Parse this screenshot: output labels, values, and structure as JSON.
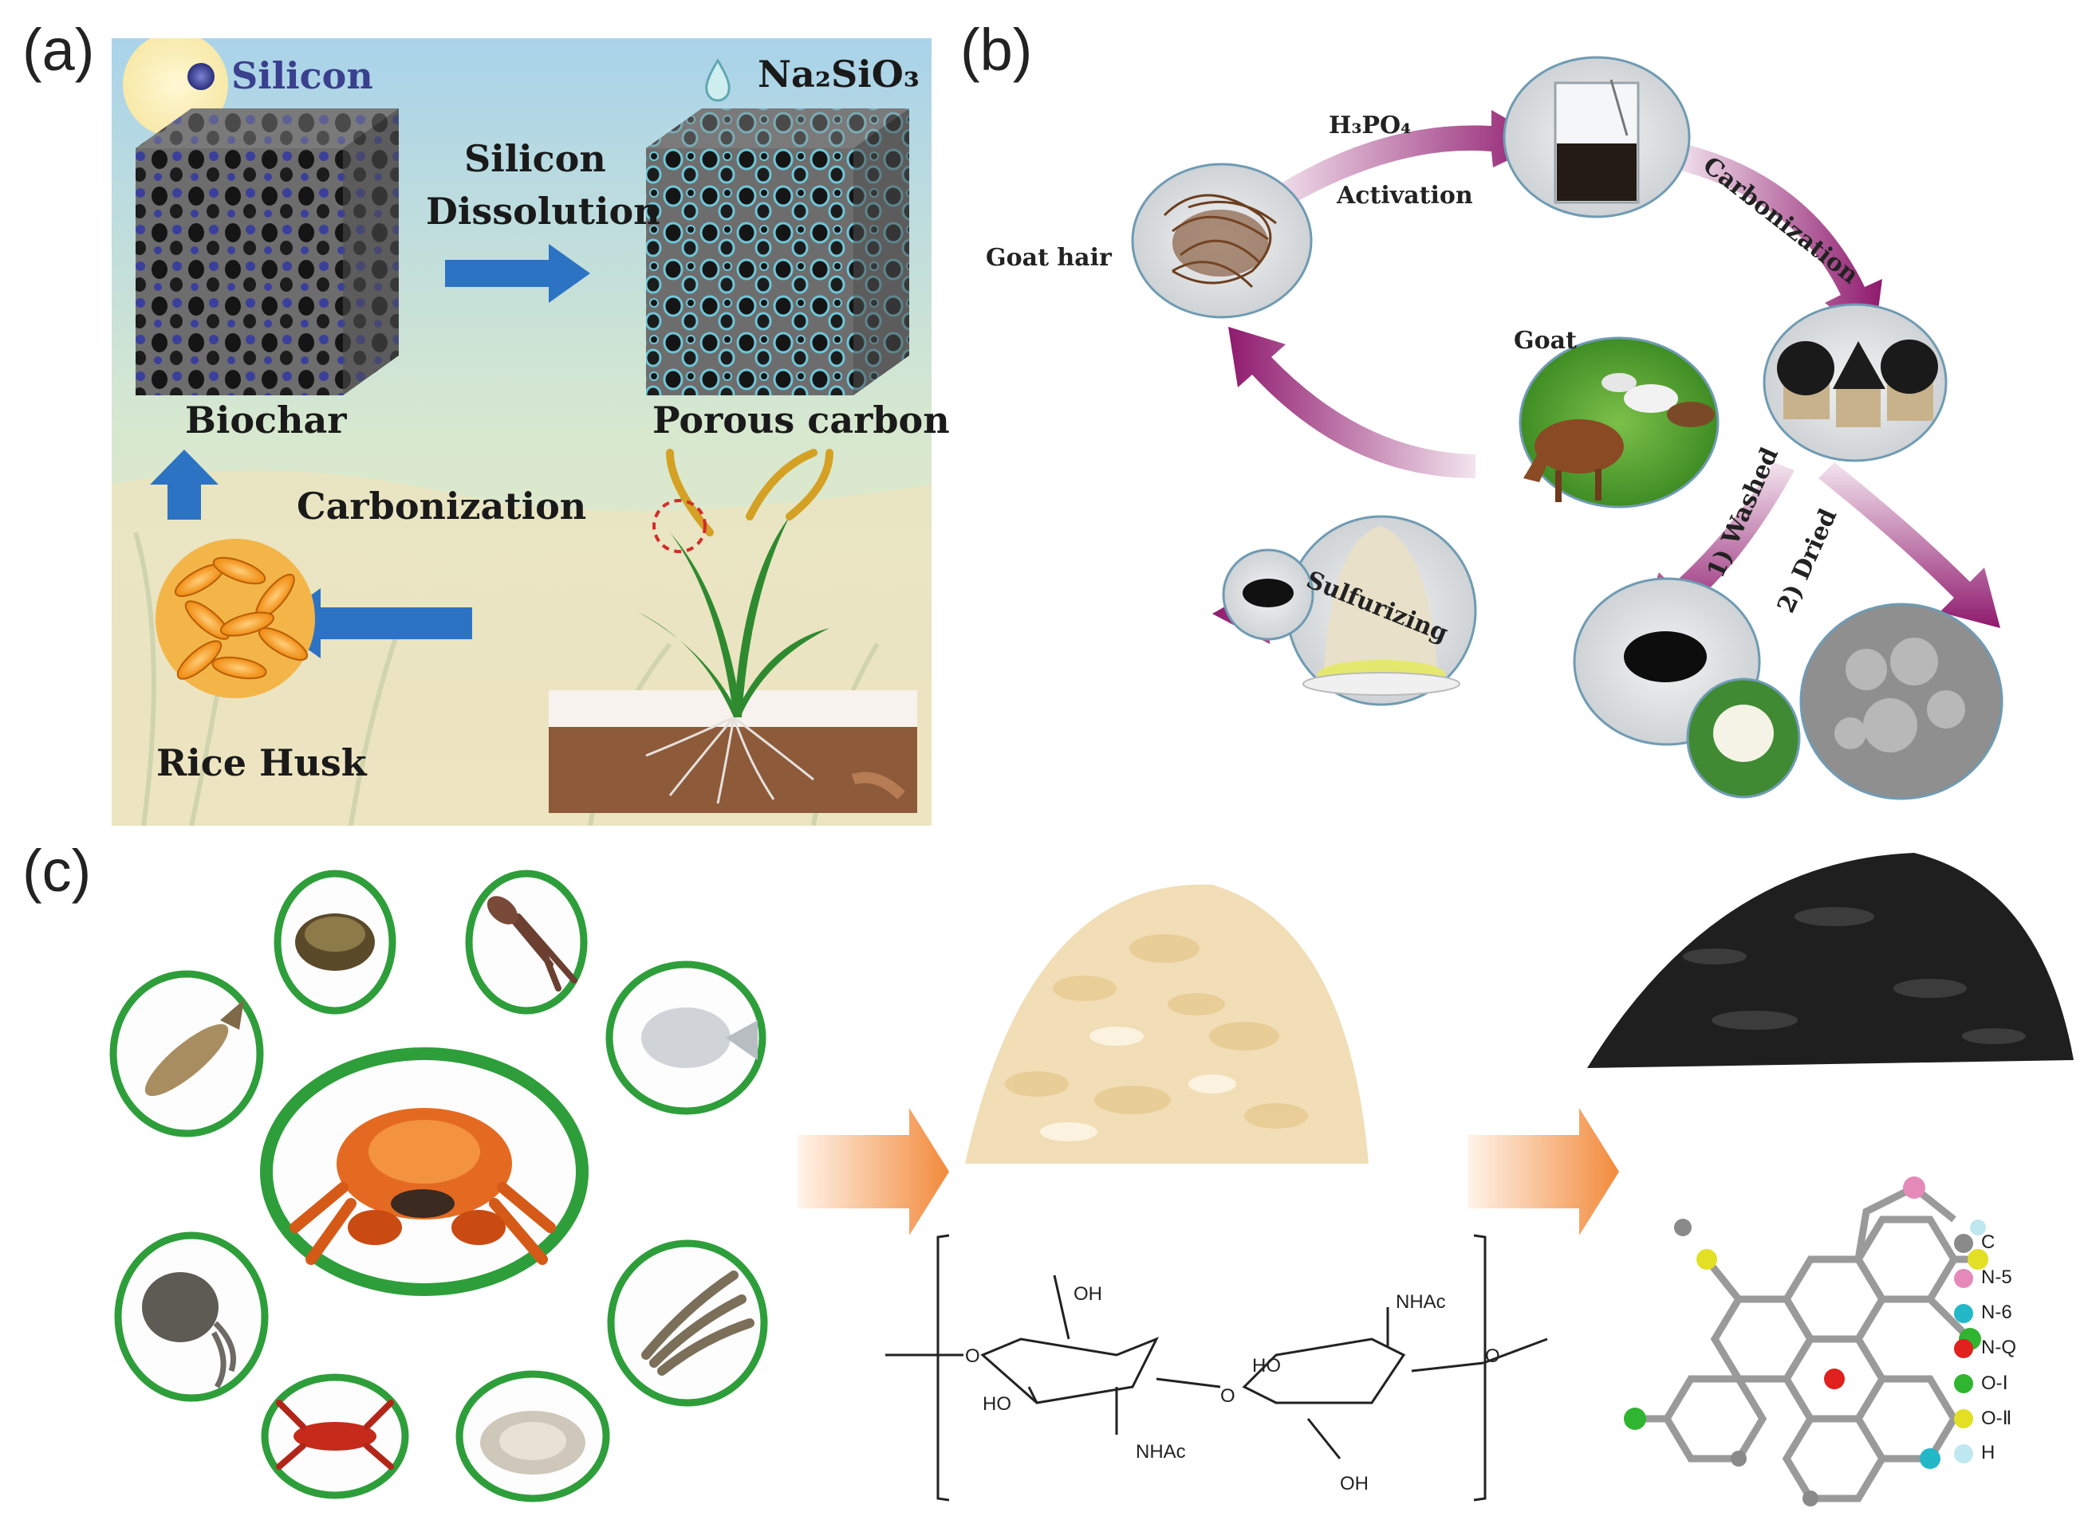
{
  "panels": {
    "a": {
      "label": "(a)",
      "legend_silicon": "Silicon",
      "legend_na2sio3": "Na₂SiO₃",
      "arrow_text_1": "Silicon",
      "arrow_text_2": "Dissolution",
      "biochar": "Biochar",
      "porous_carbon": "Porous carbon",
      "carbonization": "Carbonization",
      "rice_husk": "Rice Husk"
    },
    "b": {
      "label": "(b)",
      "h3po4": "H₃PO₄",
      "activation": "Activation",
      "carbonization": "Carbonization",
      "goat_hair": "Goat hair",
      "goat": "Goat",
      "washed": "1) Washed",
      "dried": "2) Dried",
      "sulfurizing": "Sulfurizing"
    },
    "c": {
      "label": "(c)",
      "oh_top": "OH",
      "nhac_top": "NHAc",
      "ho_left": "HO",
      "ho_right": "HO",
      "nhac_bottom": "NHAc",
      "oh_bottom": "OH",
      "o_bridge": "O",
      "o_left_end": "O",
      "o_right_end": "O",
      "legend": [
        {
          "label": "C",
          "color": "#8a8a8a"
        },
        {
          "label": "N-5",
          "color": "#e58ab8"
        },
        {
          "label": "N-6",
          "color": "#23b7c8"
        },
        {
          "label": "N-Q",
          "color": "#e0211d"
        },
        {
          "label": "O-Ⅰ",
          "color": "#2fb52f"
        },
        {
          "label": "O-Ⅱ",
          "color": "#e2df25"
        },
        {
          "label": "H",
          "color": "#bfe7ef"
        }
      ]
    }
  }
}
